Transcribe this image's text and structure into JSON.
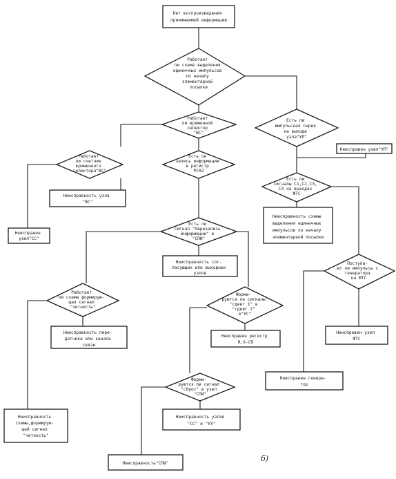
{
  "nodes": {
    "start": [
      "Нет воспроизведения",
      "принимаемой информации"
    ],
    "d_sep": [
      "Работает",
      "ли схема выделения",
      "единичных импульсов",
      "по началу",
      "элементарной",
      "посылки"
    ],
    "d_pulse": [
      "Есть ли",
      "импульсная серия",
      "на выходе",
      "узла\"УП\""
    ],
    "d_time": [
      "Работает",
      "ли временной",
      "селектор",
      "\"ВС\""
    ],
    "r_up": [
      "Неисправен узел\"УП\""
    ],
    "d_counter": [
      "Работает",
      "ли счетчик",
      "временного",
      "селектора\"ВС\""
    ],
    "d_write": [
      "Есть ли",
      "запись информации",
      "в регистр",
      "РС02"
    ],
    "d_sig": [
      "Есть ли",
      "сигналы С1,С2,С3,",
      "С4 на выходах",
      "ФТС"
    ],
    "r_vs": [
      "Неисправность узла",
      "\"ВС\""
    ],
    "r_sc": [
      "Неисправен",
      "узел\"СС\""
    ],
    "r_sep": [
      "Неисправность схемы",
      "выделения единичных",
      "импульсов по началу",
      "элементарной посылки"
    ],
    "d_reset": [
      "Есть ли",
      "сигнал \"Перезапись",
      "информации\" в",
      "\"СПИ\""
    ],
    "r_match": [
      "Неисправность сог-",
      "ласующих или выходных",
      "узлов"
    ],
    "d_gen": [
      "Поступа-",
      "ют ли импульсы с",
      "генератора",
      "на ФТС"
    ],
    "d_even": [
      "Работает",
      "ли схема формирую-",
      "щая сигнал",
      "\"четность\""
    ],
    "d_shift": [
      "Форми-",
      "руются ли сигналы",
      "\"сдвиг 1\" в",
      "\"сдвиг 2\"",
      "в\"УС\""
    ],
    "r_trans": [
      "Неисправность пере-",
      "датчика или канала",
      "связи"
    ],
    "r_reg": [
      "Неисправен регистр",
      "R.6-СП"
    ],
    "r_fts": [
      "Неисправен узел",
      "ФТС"
    ],
    "r_gen": [
      "Неисправен генера-",
      "тор"
    ],
    "d_clear": [
      "Форми-",
      "руются ли сигнал",
      "\"сброс\" в узел",
      "\"СПИ\""
    ],
    "r_even": [
      "Неисправность",
      "схемы,формирую-",
      "щей сигнал",
      "\"четность\""
    ],
    "r_node": [
      "Неисправность узлов",
      "\"СС\" и \"УУ\""
    ],
    "r_spi": [
      "Неисправность\"СПИ\""
    ]
  },
  "figure_label": "б)"
}
